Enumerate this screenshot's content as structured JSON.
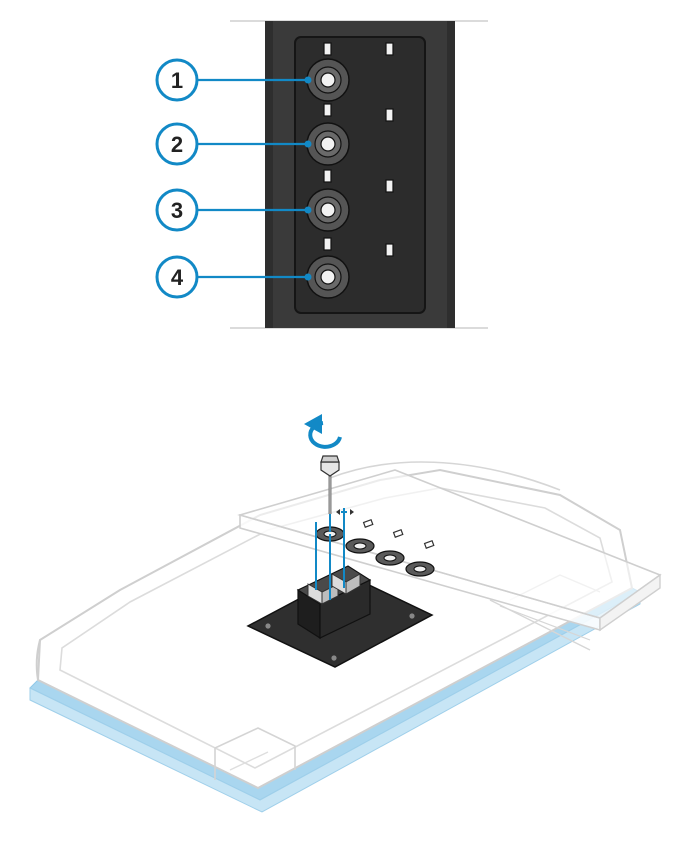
{
  "callouts": [
    {
      "label": "1"
    },
    {
      "label": "2"
    },
    {
      "label": "3"
    },
    {
      "label": "4"
    }
  ],
  "colors": {
    "accent": "#1289c6",
    "panel": "#3a3a3a",
    "panel_dark": "#2b2b2b",
    "slot": "#f2f2f2",
    "outline": "#cccccc",
    "stand_highlight": "#a9d6ef"
  },
  "icons": {
    "rotate": "rotate-counterclockwise-icon",
    "screw": "screw-icon"
  }
}
